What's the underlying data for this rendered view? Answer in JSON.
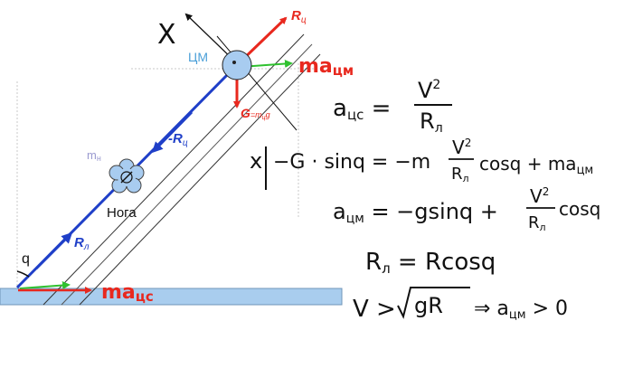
{
  "diagram": {
    "axis_label": "X",
    "center_mass_label": "ЦМ",
    "mass_label": "m",
    "mass_subscript": "н",
    "foot_label": "Нога",
    "angle_label": "q",
    "force_rc_label": "R",
    "force_rc_subscript": "ц",
    "force_neg_rc_label": "-R",
    "force_neg_rc_subscript": "ц",
    "force_rl_label": "R",
    "force_rl_subscript": "л",
    "gravity_label": "G",
    "gravity_subscript": "=m",
    "gravity_subscript2": "ц",
    "gravity_subscript3": "g",
    "accel_cm_label": "ma",
    "accel_cm_subscript": "цм",
    "accel_ground_label": "ma",
    "accel_ground_subscript": "цс"
  },
  "equations": {
    "eq1": "aцс = V²/Rл",
    "eq2": "x| −G·sinq = −m (V²/Rл) cosq + maцм",
    "eq3": "aцм = −gsinq + (V²/Rл) cosq",
    "eq4": "Rл = Rcosq",
    "eq5": "V > √(gR) ⇒ aцм > 0"
  },
  "colors": {
    "red": "#e8281e",
    "blue": "#1f3fc8",
    "green": "#2fc12f",
    "ground": "#a9cdee",
    "circle_fill": "#a8ccf0"
  }
}
